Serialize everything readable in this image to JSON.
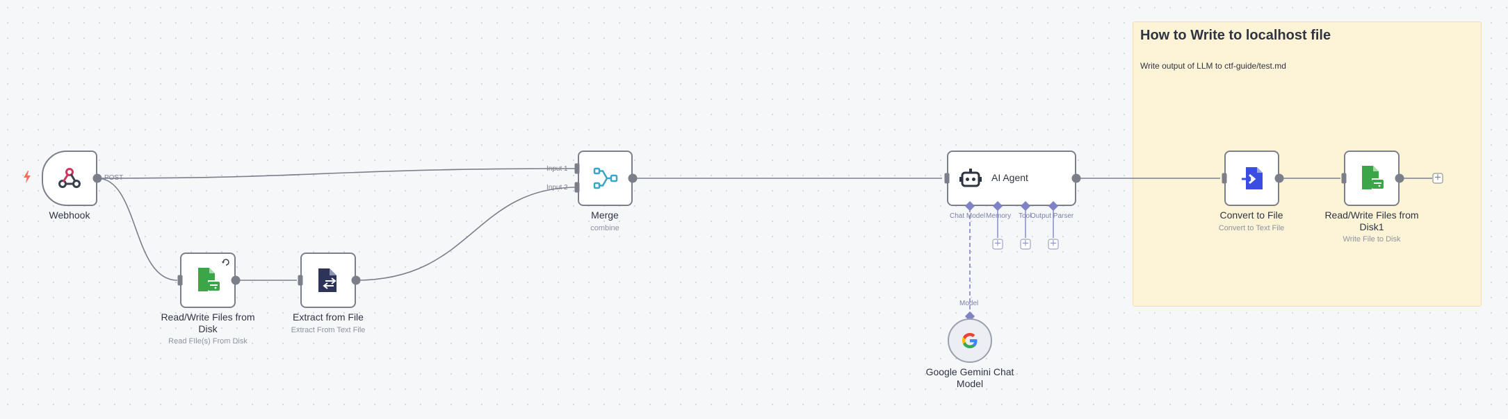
{
  "sticky_note": {
    "title": "How to Write to localhost file",
    "text": "Write output of LLM to ctf-guide/test.md"
  },
  "nodes": {
    "webhook": {
      "label": "Webhook",
      "method": "POST",
      "icon": "webhook-icon"
    },
    "read_write_files": {
      "label": "Read/Write Files from Disk",
      "subtitle": "Read FIle(s) From Disk",
      "icon": "file-disk-icon"
    },
    "extract_from_file": {
      "label": "Extract from File",
      "subtitle": "Extract From Text File",
      "icon": "extract-file-icon"
    },
    "merge": {
      "label": "Merge",
      "subtitle": "combine",
      "input1": "Input 1",
      "input2": "Input 2",
      "icon": "merge-icon"
    },
    "ai_agent": {
      "label": "AI Agent",
      "icon": "robot-icon",
      "ports": {
        "chat_model": "Chat Model",
        "memory": "Memory",
        "tool": "Tool",
        "output_parser": "Output Parser"
      }
    },
    "gemini": {
      "label": "Google Gemini Chat Model",
      "port": "Model",
      "icon": "google-icon"
    },
    "convert_to_file": {
      "label": "Convert to File",
      "subtitle": "Convert to Text File",
      "icon": "convert-file-icon"
    },
    "read_write_files_1": {
      "label": "Read/Write Files from Disk1",
      "subtitle": "Write File to Disk",
      "icon": "file-disk-icon"
    }
  },
  "colors": {
    "connection": "#7b7f8a",
    "ai_port": "#7f83c6",
    "sticky_bg": "#fdf3d6",
    "trigger_bolt": "#ff6d5a",
    "file_green": "#3aa648",
    "convert_blue": "#3a4de0",
    "merge_teal": "#35a7c8"
  }
}
